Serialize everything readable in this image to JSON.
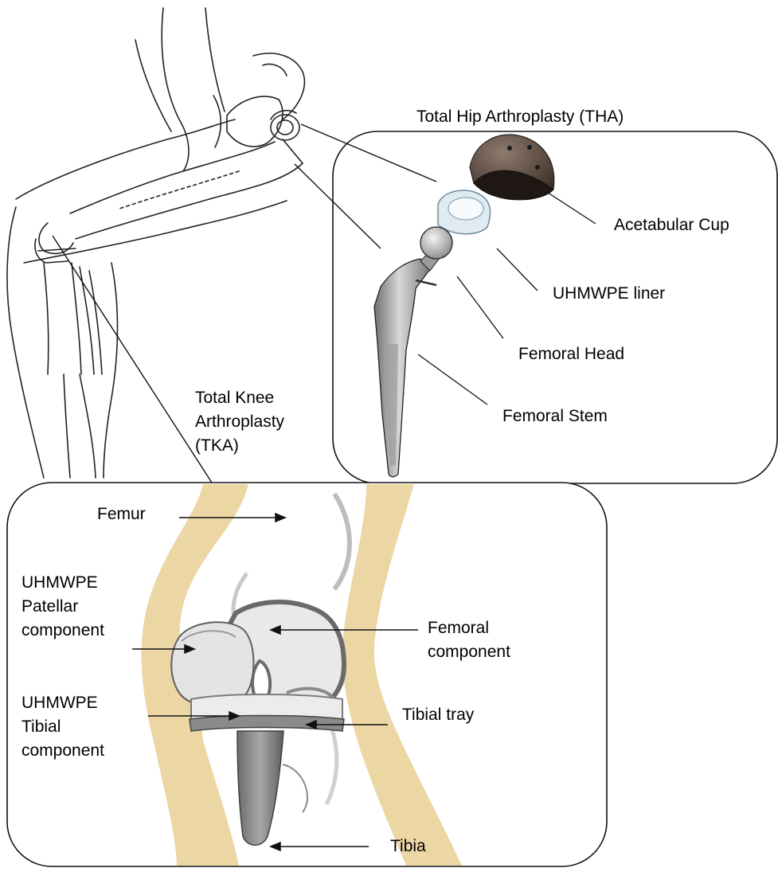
{
  "colors": {
    "bone_tan": "#ecd6a4",
    "outline": "#222222",
    "metal_light": "#e6e6e6",
    "metal_dark": "#7d7d7d",
    "cup_dark": "#4a3a32",
    "liner": "#d9e6ee",
    "white": "#ffffff"
  },
  "labels": {
    "tha_title": "Total Hip Arthroplasty (THA)",
    "acetabular_cup": "Acetabular Cup",
    "uhmwpe_liner": "UHMWPE liner",
    "femoral_head": "Femoral Head",
    "femoral_stem": "Femoral Stem",
    "tka_title": "Total Knee\nArthroplasty\n(TKA)",
    "femur": "Femur",
    "patellar_component": "UHMWPE\nPatellar\ncomponent",
    "femoral_component": "Femoral\ncomponent",
    "tibial_component": "UHMWPE\nTibial\ncomponent",
    "tibial_tray": "Tibial tray",
    "tibia": "Tibia"
  }
}
